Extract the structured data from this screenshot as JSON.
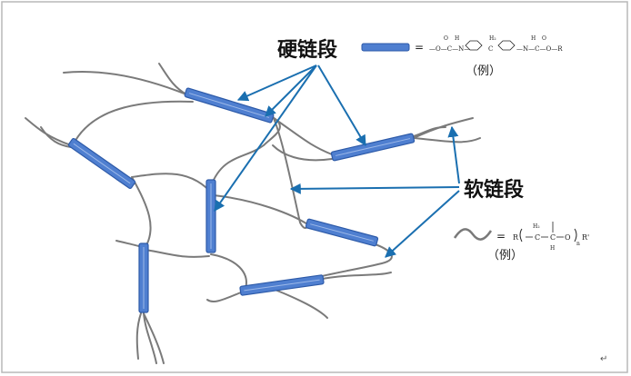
{
  "labels": {
    "hard_segment": "硬链段",
    "soft_segment": "软链段",
    "example": "（例）",
    "equals": "="
  },
  "hard_formula": {
    "main": "—O—C—N—",
    "o_top": "O",
    "h_top": "H",
    "ring": "",
    "ch2_h2": "H₂",
    "ch2_c": "C",
    "n_part": "—N—C—O—R",
    "o_top2": "O",
    "h_top2": "H"
  },
  "soft_formula": {
    "r_left": "R",
    "c1": "C",
    "h2_top": "H₂",
    "c2": "C",
    "h_bottom": "H",
    "o": "O",
    "n_sub": "n",
    "r_right": "R'"
  },
  "footer": {
    "return_mark": "↵"
  },
  "colors": {
    "segment_fill": "#4f7fd0",
    "segment_stroke": "#2d5aa8",
    "arrow": "#1a6fb0",
    "chain": "#7a7a7a",
    "border": "#b8b8b8"
  }
}
